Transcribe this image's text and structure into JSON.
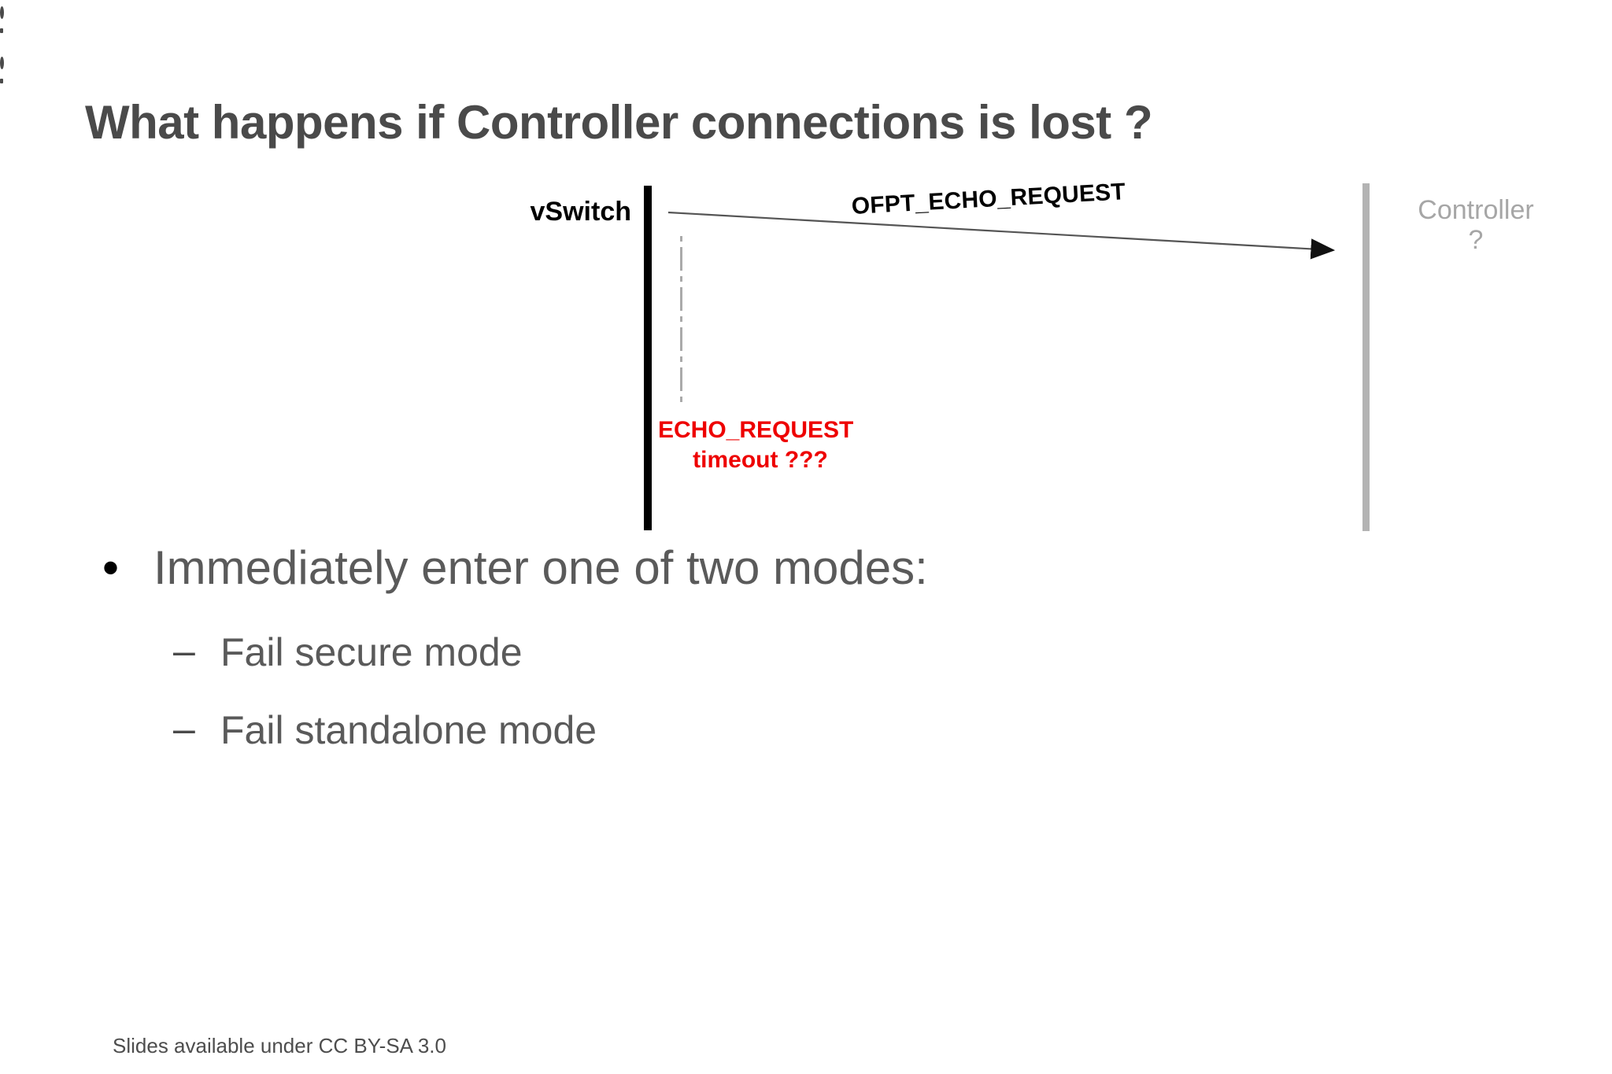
{
  "slide": {
    "title": "What happens if Controller connections is lost ?",
    "footer": "Slides available under CC BY-SA 3.0",
    "background_color": "#ffffff",
    "title_color": "#4a4a4a",
    "body_text_color": "#5a5a5a",
    "accent_color": "#ee0000"
  },
  "diagram": {
    "type": "sequence-diagram",
    "left_actor": {
      "label": "vSwitch",
      "lifeline_color": "#000000"
    },
    "right_actor": {
      "label": "Controller",
      "status": "?",
      "lifeline_color": "#b3b3b3",
      "label_color": "#a6a6a6"
    },
    "message": {
      "label": "OFPT_ECHO_REQUEST",
      "direction": "left-to-right",
      "arrow_color": "#444444"
    },
    "timer": {
      "style": "dash-dot",
      "color": "#aaaaaa"
    },
    "annotation": {
      "line1": "ECHO_REQUEST",
      "line2": "timeout ???",
      "color": "#ee0000"
    }
  },
  "body": {
    "bullets": [
      {
        "level": 1,
        "marker": "•",
        "text": "Immediately enter one of two modes:"
      },
      {
        "level": 2,
        "marker": "–",
        "text": "Fail secure mode"
      },
      {
        "level": 2,
        "marker": "–",
        "text": "Fail standalone mode"
      }
    ]
  }
}
